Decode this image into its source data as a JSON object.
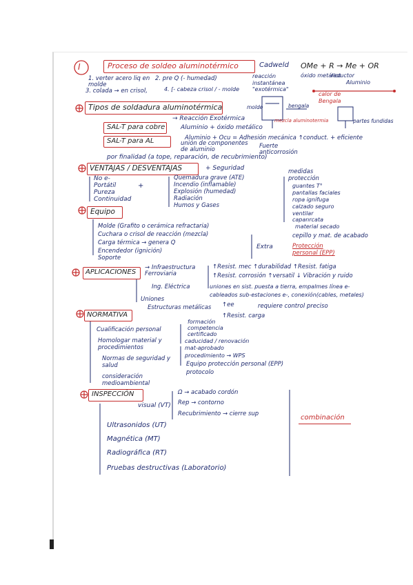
{
  "colors": {
    "ink": "#1e2a6e",
    "accent": "#c42b2b",
    "paper": "#ffffff"
  },
  "header": {
    "roman": "I",
    "title": "Proceso de soldeo aluminotérmico",
    "cadweld": "Cadweld",
    "equation": "OMe + R → Me + OR",
    "reaccion": "reacción instantánea \"exotérmica\"",
    "oxido": "óxido metálico",
    "reductor": "reductor",
    "aluminio": "Aluminio",
    "calor": "calor de Bengala",
    "step1": "1. verter acero liq en molde",
    "step1b": "2. pre Q (- humedad)",
    "step3": "3. colada → en crisol,",
    "step4": "4. [- cabeza crisol / - molde"
  },
  "tipos": {
    "title": "Tipos de soldadura aluminotérmica",
    "reaccion": "→ Reacción Exotérmica",
    "aluminio": "Aluminio + óxido metálico",
    "salt_cobre": "SAL-T para cobre",
    "cobre_desc": "Aluminio + Ocu = Adhesión mecánica ↑conduct. + eficiente",
    "salt_al": "SAL-T para AL",
    "al_desc": "unión de componentes de aluminio",
    "fuerte": "Fuerte anticorrosión",
    "finalidad": "por finalidad (a tope, reparación, de recubrimiento)",
    "diag_molde": "molde",
    "diag_bengala": "bengala",
    "diag_mezcla": "mezcla aluminotermia",
    "diag_partes": "partes fundidas"
  },
  "ventajas": {
    "title": "VENTAJAS / DESVENTAJAS",
    "seguridad": "+ Seguridad",
    "left": [
      "No e-",
      "Portátil",
      "Pureza",
      "Continuidad"
    ],
    "plus": "+",
    "mid": [
      "Quemadura grave (ATE)",
      "Incendio (inflamable)",
      "Explosión (humedad)",
      "Radiación",
      "Humos y Gases"
    ],
    "right": [
      "medidas",
      "protección",
      "guantes T°",
      "pantallas faciales",
      "ropa ignífuga",
      "calzado seguro",
      "ventilar",
      "capanrcata",
      "material secado"
    ]
  },
  "equipo": {
    "title": "Equipo",
    "items": [
      "Molde (Grafito o cerámica refractaria)",
      "Cuchara o crisol de reacción (mezcla)",
      "Carga térmica → genera Q",
      "Encendedor (ignición)",
      "Soporte"
    ],
    "extra": "Extra",
    "cepillo": "cepillo y mat. de acabado",
    "proteccion": "Protección personal (EPP)"
  },
  "aplicaciones": {
    "title": "APLICACIONES",
    "infra": "→ Infraestructura Ferroviaria",
    "resist": "↑Resist. mec  ↑durabilidad  ↑Resist. fatiga",
    "resist2": "↑Resist. corrosión  ↑versatil  ↓ Vibración y ruido",
    "ing": "Ing. Eléctrica",
    "uniones": "uniones en sist. puesta a tierra, empalmes línea e-",
    "cableados": "cableados sub-estaciones e-, conexión(cables, metales)",
    "uniones2": "Uniones",
    "estructuras": "Estructuras metálicas",
    "ee": "↑ee",
    "control": "requiere control preciso",
    "resist_carga": "↑Resist. carga"
  },
  "normativa": {
    "title": "NORMATIVA",
    "calificacion": "Cualificación personal",
    "calif_r": [
      "formación",
      "competencia",
      "certificado"
    ],
    "homolog": "Homologar material y procedimientos",
    "homolog_r": [
      "caducidad / renovación",
      "mat-aprobado",
      "procedimiento → WPS"
    ],
    "normas": "Normas de seguridad y salud",
    "normas_r": [
      "Equipo protección personal (EPP)",
      "protocolo"
    ],
    "consid": "consideración medioambiental"
  },
  "inspeccion": {
    "title": "INSPECCIÓN",
    "visual": "visual (VT)",
    "visual_r": [
      "Ω → acabado cordón",
      "Rep → contorno",
      "Recubrimiento → cierre sup"
    ],
    "items": [
      "Ultrasonidos (UT)",
      "Magnética (MT)",
      "Radiográfica (RT)",
      "Pruebas destructivas (Laboratorio)"
    ],
    "combinacion": "combinación"
  }
}
